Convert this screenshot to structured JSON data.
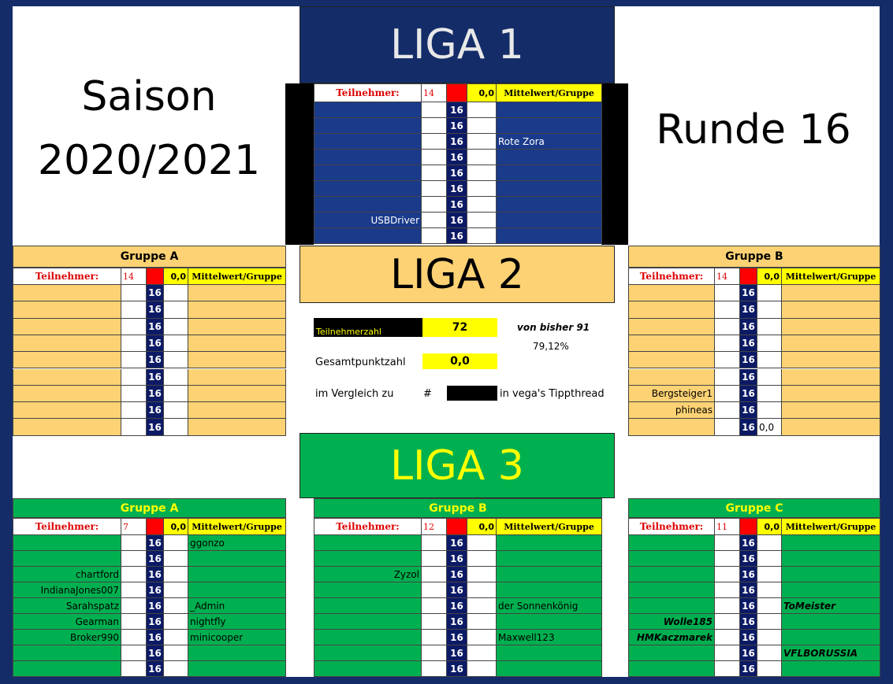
{
  "season": {
    "line1": "Saison",
    "line2": "2020/2021"
  },
  "round": "Runde 16",
  "header_labels": {
    "teilnehmer": "Teilnehmer:",
    "mittelwert": "Mittelwert/Gruppe",
    "avg": "0,0",
    "round_col": "16"
  },
  "liga1": {
    "title": "LIGA 1",
    "count": "14",
    "left_names": [
      "",
      "",
      "",
      "",
      "",
      "",
      "",
      "USBDriver",
      ""
    ],
    "right_names": [
      "",
      "",
      "Rote Zora",
      "",
      "",
      "",
      "",
      "",
      ""
    ]
  },
  "liga2": {
    "title": "LIGA 2",
    "groupA": {
      "title": "Gruppe A",
      "count": "14",
      "left_names": [
        "",
        "",
        "",
        "",
        "",
        "",
        "",
        "",
        ""
      ],
      "right_names": [
        "",
        "",
        "",
        "",
        "",
        "",
        "",
        "",
        ""
      ],
      "extra": [
        "",
        "",
        "",
        "",
        "",
        "",
        "",
        "",
        ""
      ]
    },
    "groupB": {
      "title": "Gruppe B",
      "count": "14",
      "left_names": [
        "",
        "",
        "",
        "",
        "",
        "",
        "Bergsteiger1",
        "phineas",
        ""
      ],
      "right_names": [
        "",
        "",
        "",
        "",
        "",
        "",
        "",
        "",
        ""
      ],
      "extra": [
        "",
        "",
        "",
        "",
        "",
        "",
        "",
        "",
        "0,0"
      ]
    }
  },
  "stats": {
    "participants_label": "Teilnehmerzahl",
    "participants_value": "72",
    "previous": "von bisher 91",
    "percent": "79,12%",
    "total_label": "Gesamtpunktzahl",
    "total_value": "0,0",
    "compare_label": "im Vergleich zu",
    "hash": "#",
    "compare_suffix": "in vega's Tippthread"
  },
  "liga3": {
    "title": "LIGA 3",
    "groupA": {
      "title": "Gruppe A",
      "count": "7",
      "left_names": [
        "",
        "",
        "chartford",
        "IndianaJones007",
        "Sarahspatz",
        "Gearman",
        "Broker990",
        "",
        ""
      ],
      "right_names": [
        "ggonzo",
        "",
        "",
        "",
        "_Admin",
        "nightfly",
        "minicooper",
        "",
        ""
      ]
    },
    "groupB": {
      "title": "Gruppe B",
      "count": "12",
      "left_names": [
        "",
        "",
        "Zyzol",
        "",
        "",
        "",
        "",
        "",
        ""
      ],
      "right_names": [
        "",
        "",
        "",
        "",
        "der Sonnenkönig",
        "",
        "Maxwell123",
        "",
        ""
      ]
    },
    "groupC": {
      "title": "Gruppe C",
      "count": "11",
      "left_names": [
        "",
        "",
        "",
        "",
        "",
        "Wolle185",
        "HMKaczmarek",
        "",
        ""
      ],
      "right_names": [
        "",
        "",
        "",
        "",
        "ToMeister",
        "",
        "",
        "VFLBORUSSIA",
        ""
      ]
    }
  },
  "colors": {
    "navy": "#142d69",
    "liga1_row": "#1a3a8a",
    "liga2": "#fcd274",
    "liga3": "#00b050",
    "yellow": "#ffff00",
    "red": "#ff0000",
    "liga3_title": "#ffff00"
  }
}
